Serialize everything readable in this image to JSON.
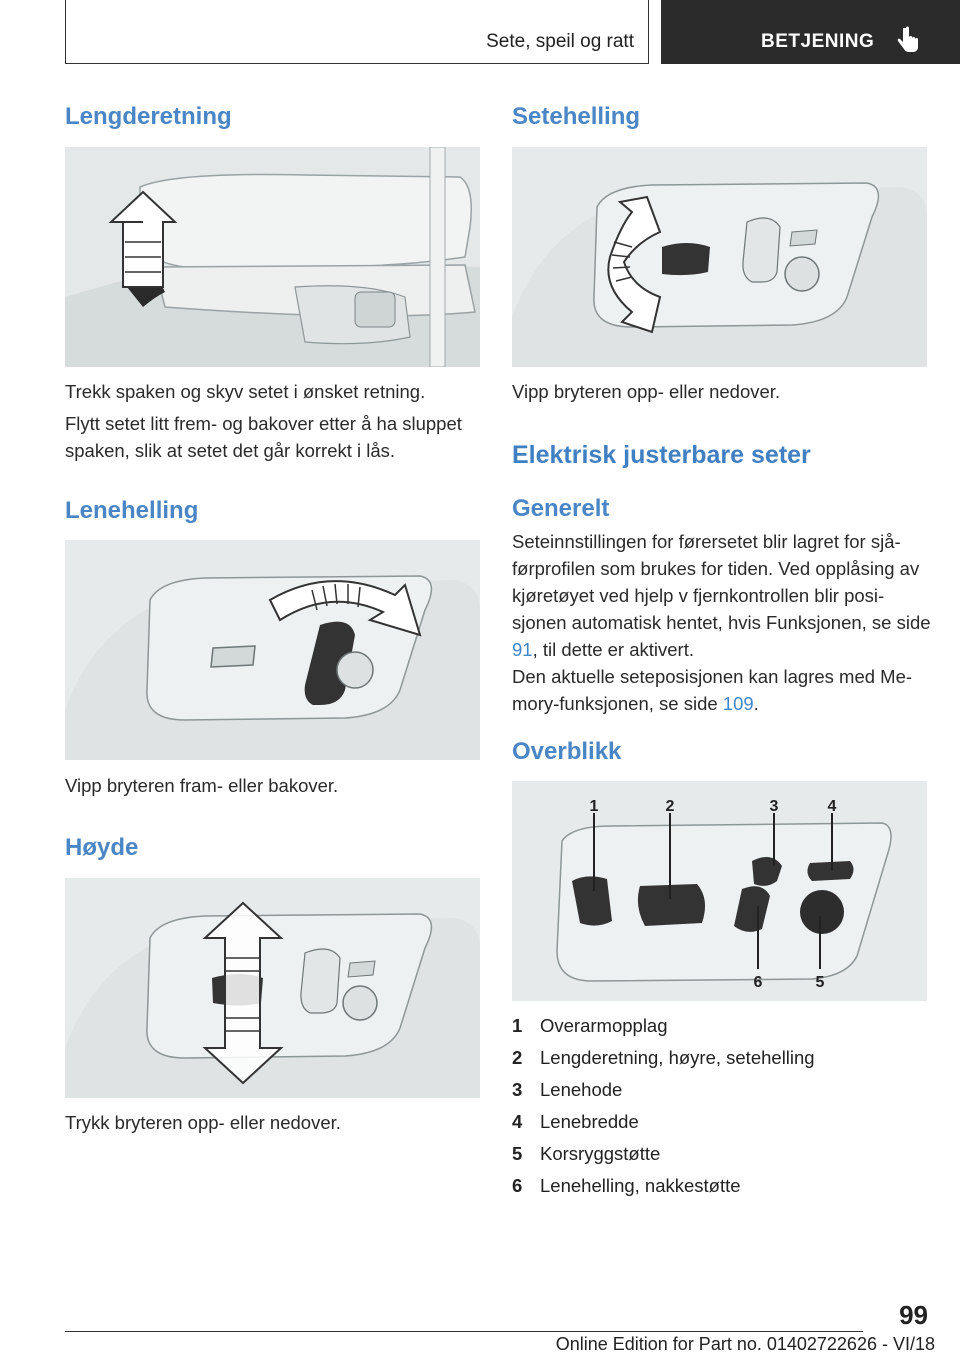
{
  "header": {
    "section": "Sete, speil og ratt",
    "chapter": "BETJENING"
  },
  "left": {
    "lengd_title": "Lengderetning",
    "lengd_p1": "Trekk spaken og skyv setet i ønsket retning.",
    "lengd_p2": "Flytt setet litt frem- og bakover etter å ha sluppet spaken, slik at setet det går korrekt i lås.",
    "lene_title": "Lenehelling",
    "lene_p": "Vipp bryteren fram- eller bakover.",
    "hoyde_title": "Høyde",
    "hoyde_p": "Trykk bryteren opp- eller nedover."
  },
  "right": {
    "sete_title": "Setehelling",
    "sete_p": "Vipp bryteren opp- eller nedover.",
    "elek_title": "Elektrisk justerbare seter",
    "gen_title": "Generelt",
    "gen_p1_a": "Seteinnstillingen for førersetet blir lagret for sjå-førprofilen som brukes for tiden. Ved opplåsing av kjøretøyet ved hjelp v fjernkontrollen blir posi-sjonen automatisk hentet, hvis Funksjonen, se side ",
    "gen_p1_link": "91",
    "gen_p1_b": ", til dette er aktivert.",
    "gen_p2_a": "Den aktuelle seteposisjonen kan lagres med Me-mory-funksjonen, se side ",
    "gen_p2_link": "109",
    "gen_p2_b": ".",
    "over_title": "Overblikk",
    "callouts": [
      "1",
      "2",
      "3",
      "4",
      "5",
      "6"
    ],
    "legend": [
      {
        "num": "1",
        "label": "Overarmopplag"
      },
      {
        "num": "2",
        "label": "Lengderetning, høyre, setehelling"
      },
      {
        "num": "3",
        "label": "Lenehode"
      },
      {
        "num": "4",
        "label": "Lenebredde"
      },
      {
        "num": "5",
        "label": "Korsryggstøtte"
      },
      {
        "num": "6",
        "label": "Lenehelling, nakkestøtte"
      }
    ]
  },
  "footer": {
    "page": "99",
    "edition": "Online Edition for Part no. 01402722626 - VI/18"
  },
  "colors": {
    "heading": "#4a86c5",
    "link": "#3f86c8",
    "header_dark": "#2b2b2b"
  }
}
